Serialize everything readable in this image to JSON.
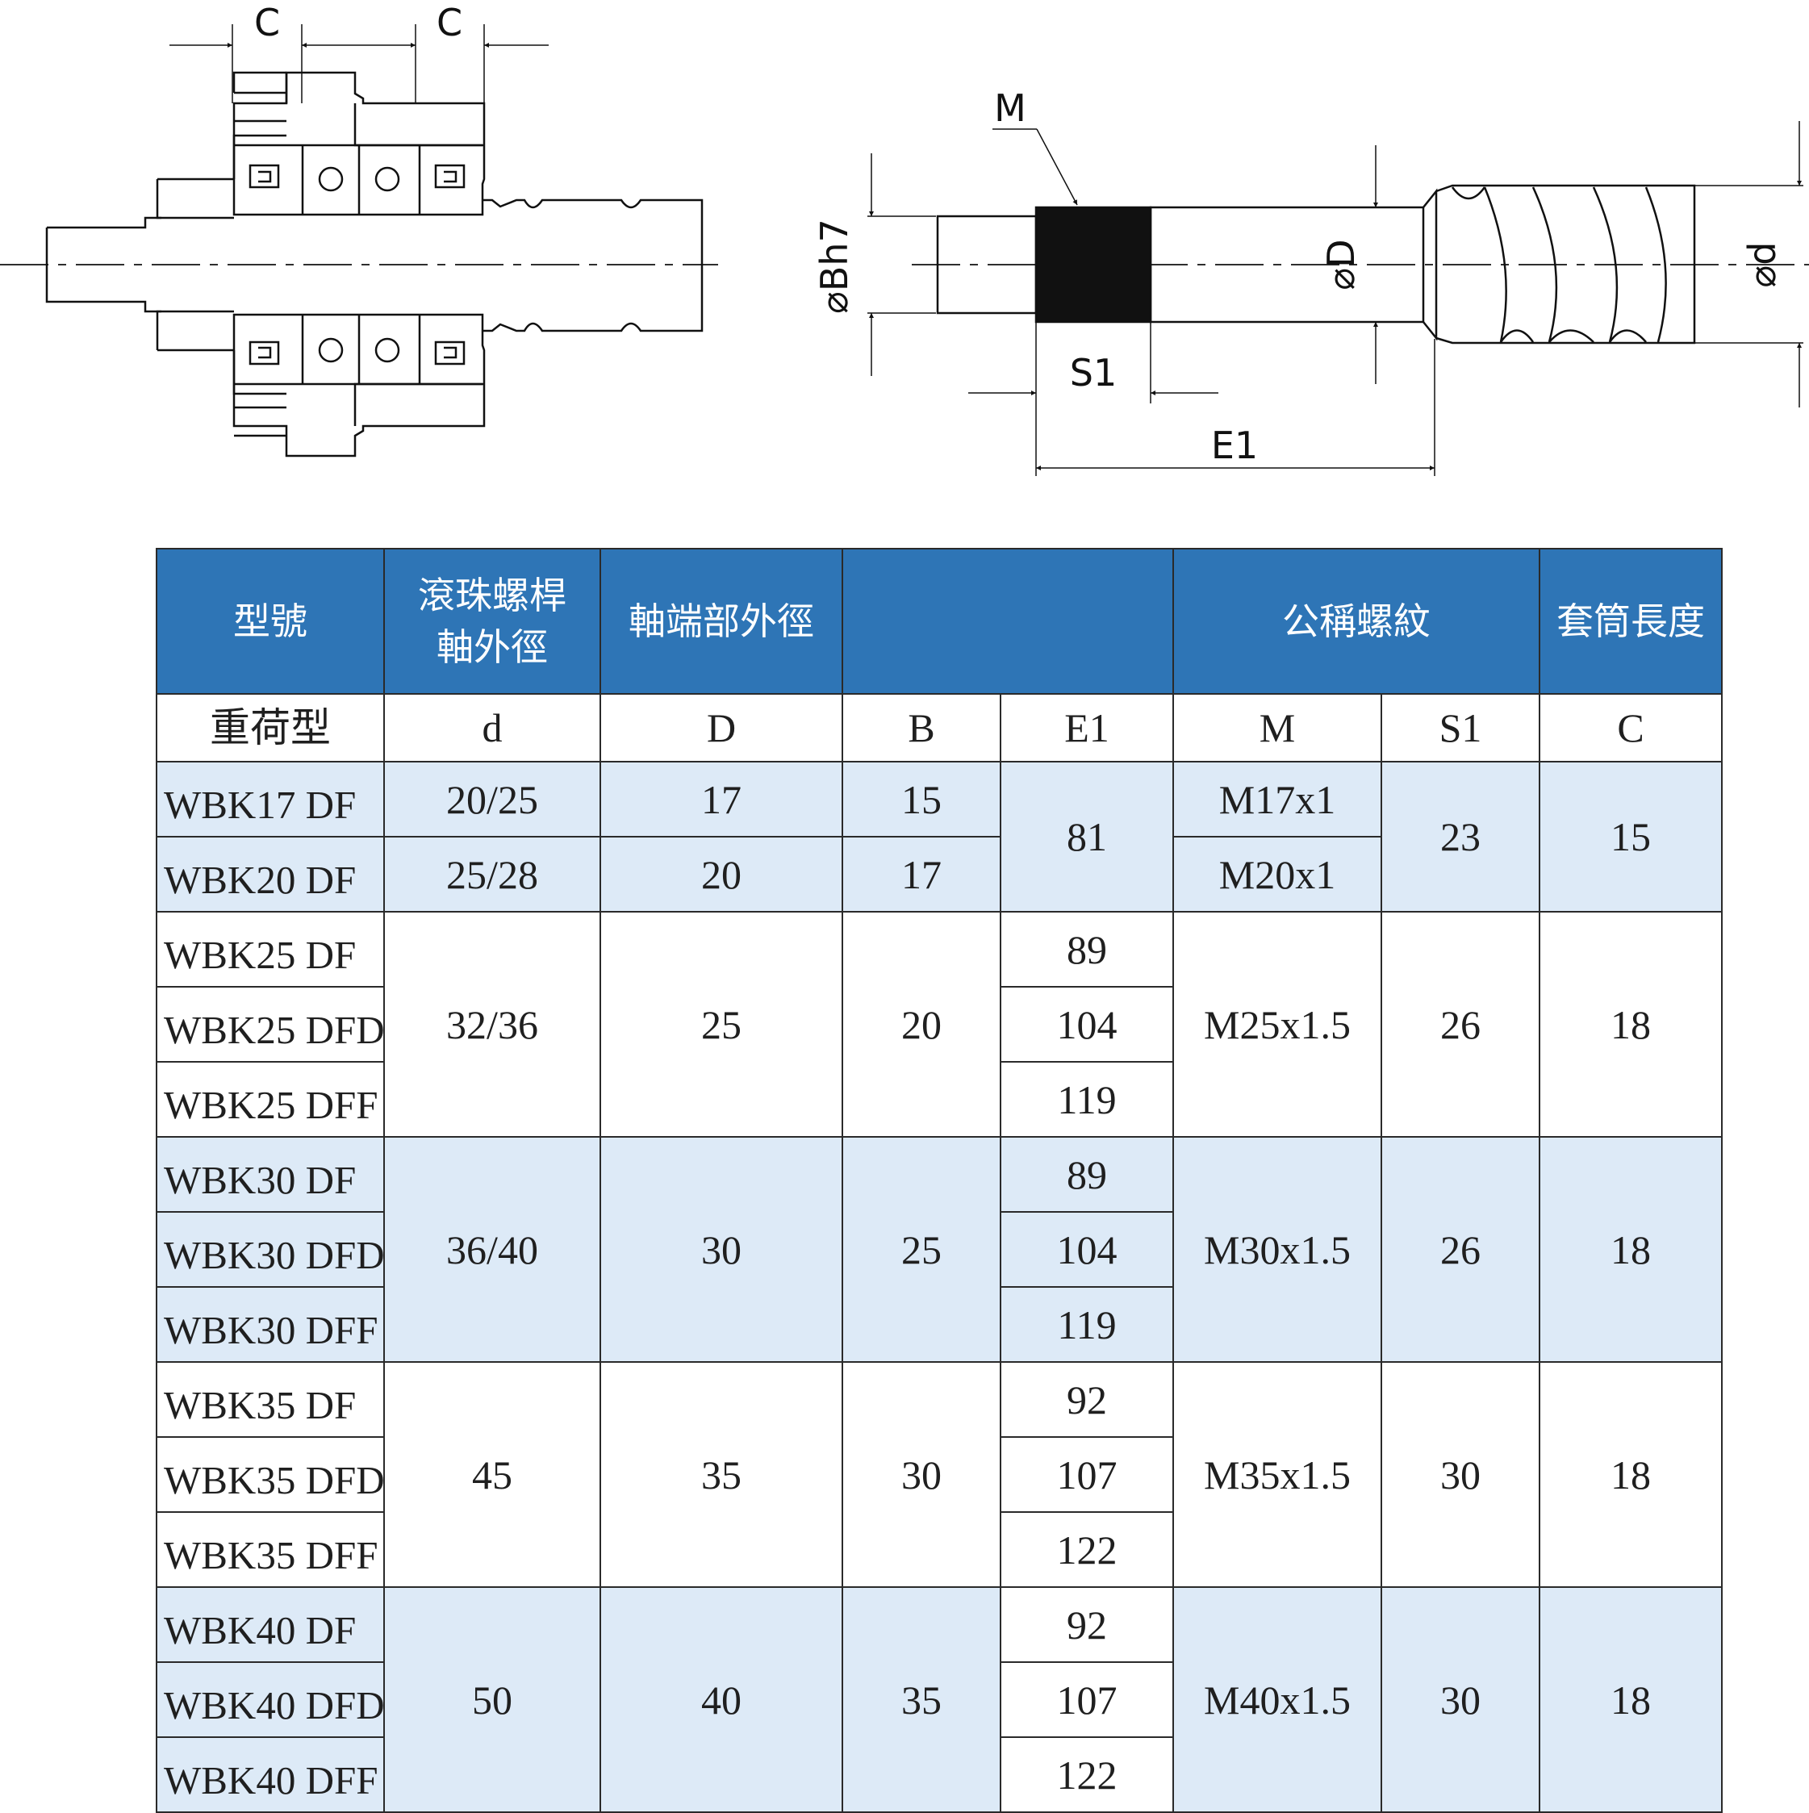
{
  "drawing": {
    "labels": {
      "c_left": "C",
      "c_right": "C",
      "m": "M",
      "bh7": "⌀Bh7",
      "d_shaft": "⌀D",
      "d_screw": "⌀d",
      "s1": "S1",
      "e1": "E1"
    }
  },
  "table": {
    "headers": {
      "model": "型號",
      "screw_od_line1": "滾珠螺桿",
      "screw_od_line2": "軸外徑",
      "end_od": "軸端部外徑",
      "b_e1": "",
      "thread": "公稱螺紋",
      "sleeve": "套筒長度"
    },
    "symbols": {
      "type": "重荷型",
      "d": "d",
      "D": "D",
      "B": "B",
      "E1": "E1",
      "M": "M",
      "S1": "S1",
      "C": "C"
    },
    "groups": [
      {
        "models": [
          "WBK17 DF",
          "WBK20 DF"
        ],
        "d": [
          "20/25",
          "25/28"
        ],
        "D": [
          "17",
          "20"
        ],
        "B": [
          "15",
          "17"
        ],
        "E1": [
          "81"
        ],
        "M": [
          "M17x1",
          "M20x1"
        ],
        "S1": "23",
        "C": "15"
      },
      {
        "models": [
          "WBK25 DF",
          "WBK25 DFD",
          "WBK25 DFF"
        ],
        "d": [
          "32/36"
        ],
        "D": [
          "25"
        ],
        "B": [
          "20"
        ],
        "E1": [
          "89",
          "104",
          "119"
        ],
        "M": [
          "M25x1.5"
        ],
        "S1": "26",
        "C": "18"
      },
      {
        "models": [
          "WBK30 DF",
          "WBK30 DFD",
          "WBK30 DFF"
        ],
        "d": [
          "36/40"
        ],
        "D": [
          "30"
        ],
        "B": [
          "25"
        ],
        "E1": [
          "89",
          "104",
          "119"
        ],
        "M": [
          "M30x1.5"
        ],
        "S1": "26",
        "C": "18"
      },
      {
        "models": [
          "WBK35 DF",
          "WBK35 DFD",
          "WBK35 DFF"
        ],
        "d": [
          "45"
        ],
        "D": [
          "35"
        ],
        "B": [
          "30"
        ],
        "E1": [
          "92",
          "107",
          "122"
        ],
        "M": [
          "M35x1.5"
        ],
        "S1": "30",
        "C": "18"
      },
      {
        "models": [
          "WBK40 DF",
          "WBK40 DFD",
          "WBK40 DFF"
        ],
        "d": [
          "50"
        ],
        "D": [
          "40"
        ],
        "B": [
          "35"
        ],
        "E1": [
          "92",
          "107",
          "122"
        ],
        "M": [
          "M40x1.5"
        ],
        "S1": "30",
        "C": "18"
      }
    ]
  },
  "colors": {
    "header_blue": "#2e75b6",
    "row_tint": "#ddeaf7"
  }
}
